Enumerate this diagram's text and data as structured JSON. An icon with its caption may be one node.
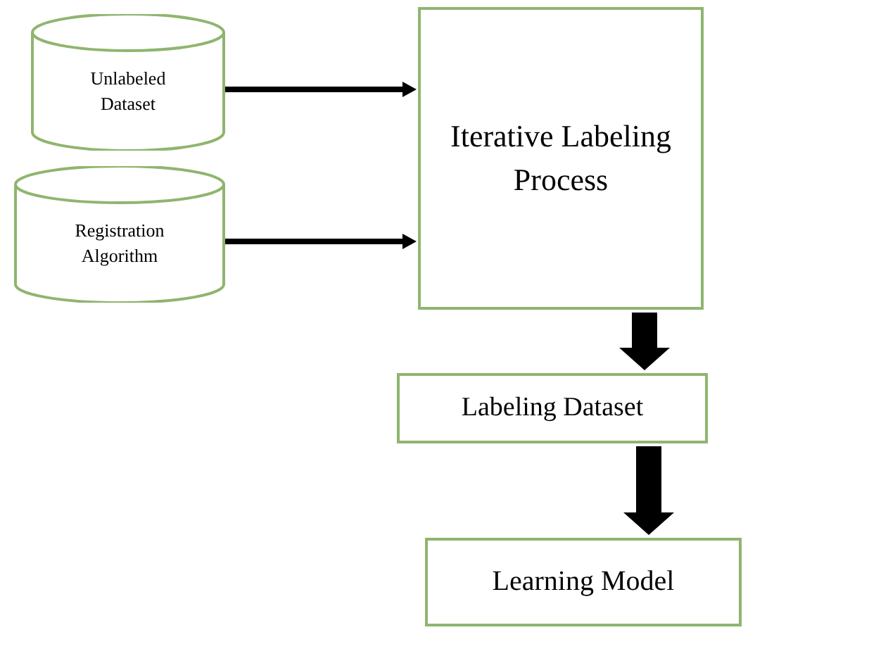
{
  "diagram": {
    "nodes": [
      {
        "text": [
          "Unlabeled Dataset"
        ]
      },
      {
        "text": [
          "Registration Algorithm"
        ]
      },
      {
        "text": [
          "Iterative Labeling Process"
        ]
      },
      {
        "text": [
          "Labeling Dataset"
        ]
      },
      {
        "text": [
          "Learning Model"
        ]
      }
    ],
    "edges": [
      {
        "from": 0,
        "to": 2,
        "arrow": "to"
      },
      {
        "from": 1,
        "to": 2,
        "arrow": "to"
      },
      {
        "from": 2,
        "to": 3,
        "arrow": "to",
        "style": "thick"
      },
      {
        "from": 3,
        "to": 4,
        "arrow": "to",
        "style": "thick"
      }
    ]
  }
}
